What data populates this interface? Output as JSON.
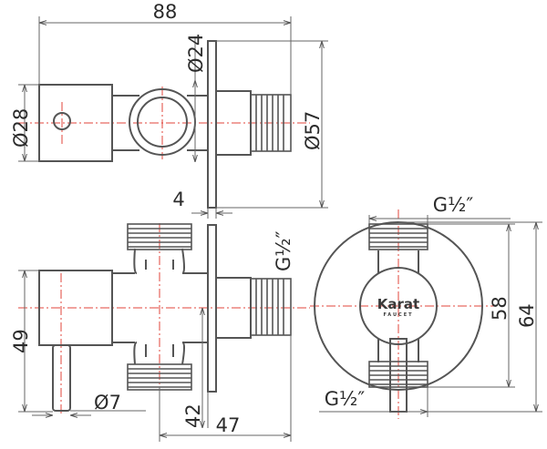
{
  "dimensions": {
    "overall_length": "88",
    "thread_dia": "Ø24",
    "body_dia_28": "Ø28",
    "flange_dia": "Ø57",
    "flange_thickness": "4",
    "pipe_thread_side": "G½″",
    "pipe_thread_top": "G½″",
    "pipe_thread_bottom": "G½″",
    "height_49": "49",
    "handle_dia": "Ø7",
    "dim_42": "42",
    "dim_47": "47",
    "dim_58": "58",
    "dim_64": "64"
  },
  "logo": {
    "brand": "Karat",
    "sub": "FAUCET"
  },
  "colors": {
    "line": "#555555",
    "centerline": "#e0443b",
    "text": "#2b2b2b"
  }
}
